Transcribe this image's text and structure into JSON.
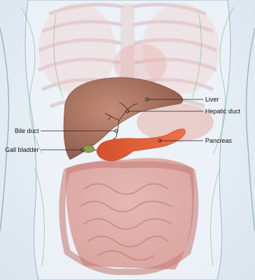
{
  "labels": {
    "liver": "Liver",
    "hepatic_duct": "Hepatic duct",
    "bile_duct": "Bile duct",
    "pancreas": "Pancreas",
    "gall_bladder": "Gall bladder"
  },
  "colors": {
    "background": "#e7eef5",
    "body_outline": "#8fb0cc",
    "ribs": "#d8c9cc",
    "nerves": "#7fbf8c",
    "liver": "#b37a66",
    "pancreas": "#e0623c",
    "intestines": "#d79a93",
    "leader_lines": "#222222"
  }
}
